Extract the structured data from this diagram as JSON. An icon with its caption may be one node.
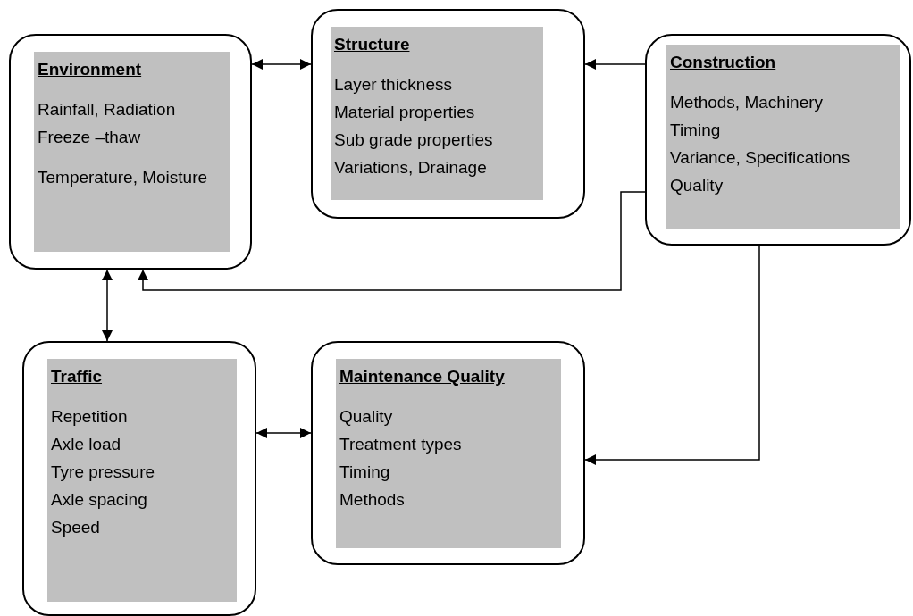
{
  "diagram": {
    "nodes": [
      {
        "text": [
          "Environment",
          "Rainfall, Radiation",
          "Freeze –thaw",
          "Temperature, Moisture"
        ]
      },
      {
        "text": [
          "Structure",
          "Layer thickness",
          "Material properties",
          "Sub grade properties",
          "Variations, Drainage"
        ]
      },
      {
        "text": [
          "Construction",
          "Methods, Machinery",
          "Timing",
          "Variance, Specifications",
          "Quality"
        ]
      },
      {
        "text": [
          "Traffic",
          "Repetition",
          "Axle load",
          "Tyre pressure",
          "Axle spacing",
          "Speed"
        ]
      },
      {
        "text": [
          "Maintenance Quality",
          "Quality",
          "Treatment types",
          "Timing",
          "Methods"
        ]
      }
    ],
    "edges": [
      {
        "from": 0,
        "to": 1,
        "arrow": "both"
      },
      {
        "from": 2,
        "to": 1,
        "arrow": "to"
      },
      {
        "from": 2,
        "to": 0,
        "arrow": "to"
      },
      {
        "from": 0,
        "to": 3,
        "arrow": "both"
      },
      {
        "from": 3,
        "to": 4,
        "arrow": "both"
      },
      {
        "from": 2,
        "to": 4,
        "arrow": "to"
      }
    ]
  }
}
